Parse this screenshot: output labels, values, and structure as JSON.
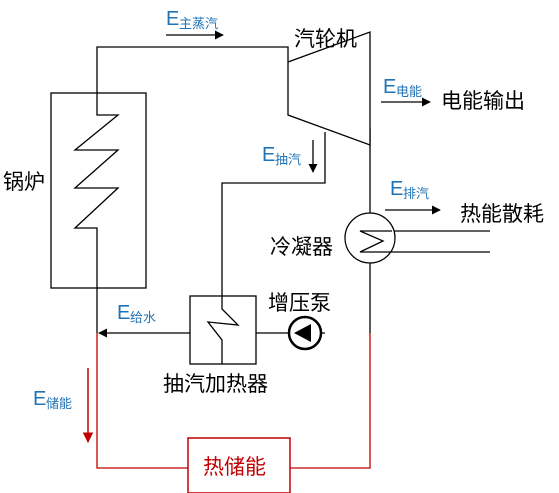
{
  "labels": {
    "turbine": "汽轮机",
    "boiler": "锅炉",
    "electric_output": "电能输出",
    "heat_dissipation": "热能散耗",
    "condenser": "冷凝器",
    "booster_pump": "增压泵",
    "extraction_heater": "抽汽加热器",
    "thermal_storage": "热储能"
  },
  "energy_flows": {
    "symbol": "E",
    "main_steam": "主蒸汽",
    "electric": "电能",
    "extraction": "抽汽",
    "exhaust": "排汽",
    "feedwater": "给水",
    "storage": "储能"
  },
  "colors": {
    "line": "#000000",
    "energy_label": "#1f73b7",
    "storage_loop": "#c00000"
  }
}
